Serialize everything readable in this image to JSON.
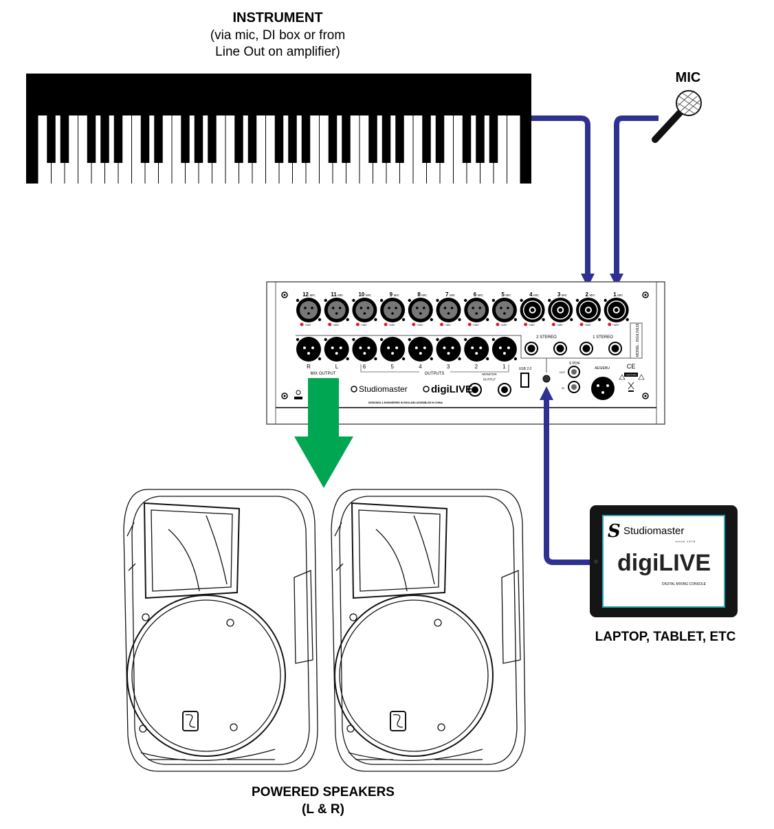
{
  "instrument": {
    "title": "INSTRUMENT",
    "line1": "(via mic, DI box or from",
    "line2": "Line Out on amplifier)"
  },
  "mic_label": "MIC",
  "device_label": "LAPTOP, TABLET, ETC",
  "speakers_label": {
    "line1": "POWERED SPEAKERS",
    "line2": "(L & R)"
  },
  "mixer": {
    "mic_inputs": [
      "12",
      "11",
      "10",
      "9",
      "8",
      "7",
      "6",
      "5",
      "4",
      "3",
      "2",
      "1"
    ],
    "mic_suffix": "MIC",
    "phantom": "+48V",
    "stereo_labels": [
      "2 STEREO",
      "1 STEREO"
    ],
    "r": "R",
    "l": "L",
    "mix_output": "MIX OUTPUT",
    "output_numbers": [
      "6",
      "5",
      "4",
      "3",
      "2",
      "1"
    ],
    "outputs": "OUTPUTS",
    "usb": "USB 2.0",
    "monitor_output": [
      "MONITOR",
      "OUTPUT"
    ],
    "spdif": "S PDIF",
    "out": "OUT",
    "in": "IN",
    "aes": "AES/EBU",
    "ce": "CE",
    "caution": "CAUTION",
    "model": "MODEL : DIGILIVE16",
    "brand": "Studiomaster",
    "product": "digiLIVE",
    "made": "DESIGNED & ENGINEERED IN ENGLAND   ASSEMBLED IN CHINA"
  },
  "tablet": {
    "brand": "Studiomaster",
    "since": "since 1978",
    "product": "digiLIVE",
    "tagline": "DIGITAL MIXING CONSOLE"
  },
  "colors": {
    "cable": "#2e3192",
    "output_arrow": "#00a651",
    "phantom_led": "#e31e24"
  }
}
